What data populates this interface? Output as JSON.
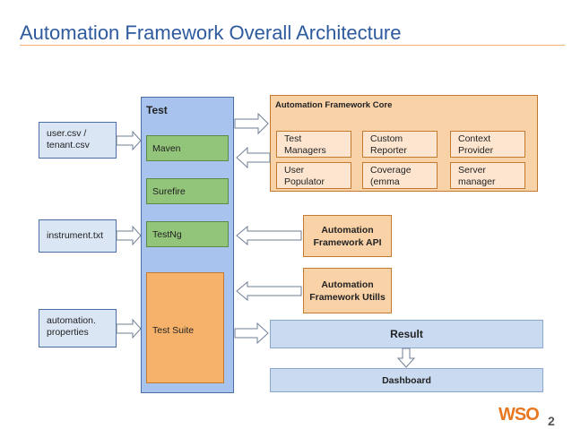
{
  "title": "Automation Framework Overall Architecture",
  "inputs": {
    "user_tenant": "user.csv /\ntenant.csv",
    "instrument": "instrument.txt",
    "automation_props": "automation.\nproperties"
  },
  "test": {
    "label": "Test",
    "maven": "Maven",
    "surefire": "Surefire",
    "testng": "TestNg",
    "test_suite": "Test Suite"
  },
  "core": {
    "title": "Automation Framework Core",
    "items": [
      "Test\nManagers",
      "Custom\nReporter",
      "Context\nProvider",
      "User\nPopulator",
      "Coverage\n(emma",
      "Server\nmanager"
    ]
  },
  "fw_api": "Automation\nFramework API",
  "fw_utils": "Automation\nFramework Utills",
  "result": "Result",
  "dashboard": "Dashboard",
  "logo": {
    "text": "WSO",
    "sub": "2"
  },
  "colors": {
    "title": "#2e5a9e",
    "test_column": "#a8c4ee",
    "green": "#92c47a",
    "orange": "#f6b26b",
    "light_orange": "#f9d2a8",
    "light_blue": "#dbe6f5",
    "result_blue": "#c9daf1"
  }
}
